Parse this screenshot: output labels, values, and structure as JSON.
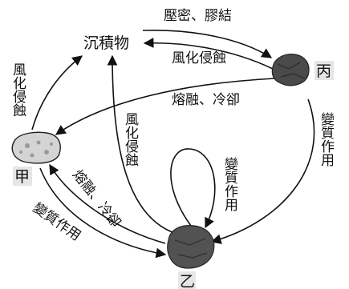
{
  "nodes": {
    "sediment": "沉積物",
    "jia": "甲",
    "yi": "乙",
    "bing": "丙"
  },
  "processes": {
    "compaction_cementation": "壓密、膠結",
    "weathering_erosion": "風化侵蝕",
    "melting_cooling": "熔融、冷卻",
    "metamorphism": "變質作用"
  },
  "colors": {
    "line": "#111111",
    "rock_dark": "#4a4a4a",
    "rock_light": "#cfcfcf",
    "label_box": "#e6e6e6"
  }
}
